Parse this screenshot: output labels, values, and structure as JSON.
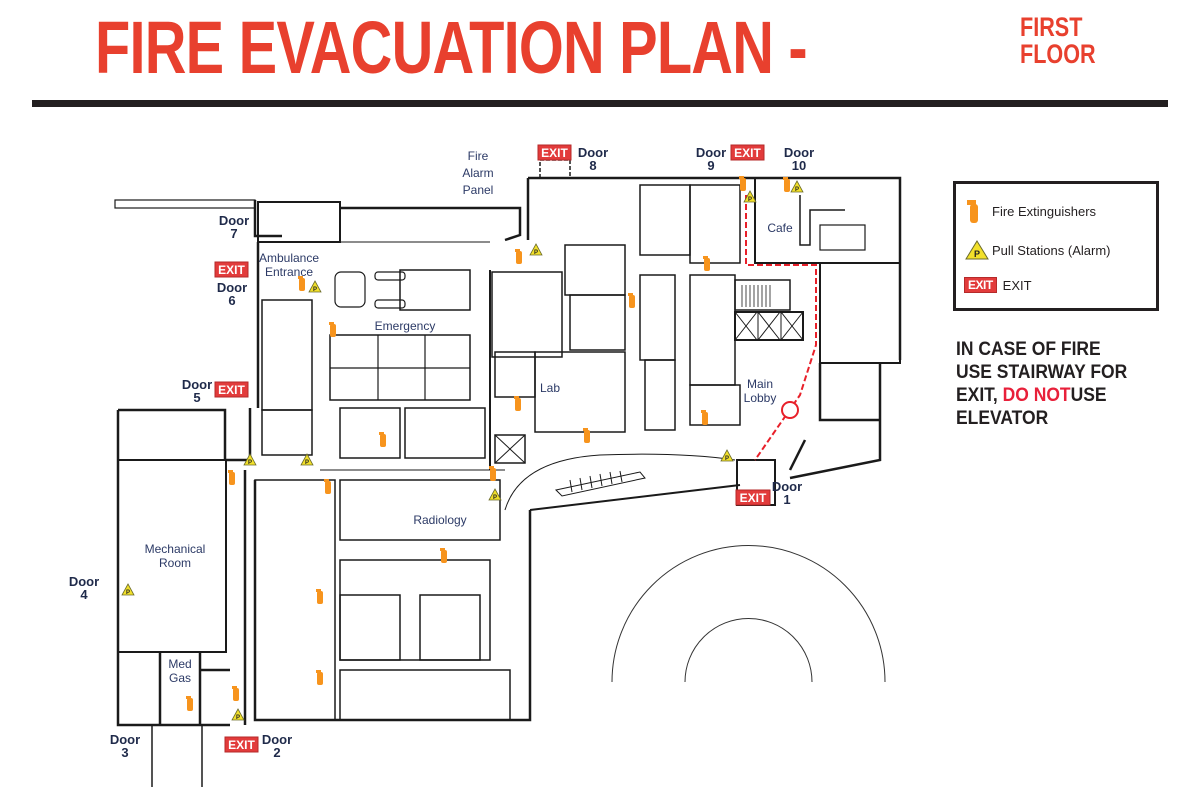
{
  "header": {
    "title": "FIRE EVACUATION PLAN -",
    "subtitle_line1": "FIRST",
    "subtitle_line2": "FLOOR",
    "title_color": "#e8402e"
  },
  "legend": {
    "items": [
      {
        "icon": "fire-extinguisher-icon",
        "label": "Fire Extinguishers",
        "color": "#f7941d"
      },
      {
        "icon": "pull-station-icon",
        "label": "Pull Stations (Alarm)",
        "color": "#f2e02a"
      },
      {
        "icon": "exit-sign-icon",
        "badge": "EXIT",
        "label": "EXIT",
        "color": "#e23b3b"
      }
    ]
  },
  "warning": {
    "line1": "IN CASE OF FIRE",
    "line2": "USE STAIRWAY FOR",
    "line3_prefix": "EXIT,",
    "line3_emphasis": "DO NOT",
    "line3_suffix": "USE",
    "line4": "ELEVATOR"
  },
  "map": {
    "rooms": {
      "fire_alarm_panel_1": "Fire",
      "fire_alarm_panel_2": "Alarm",
      "fire_alarm_panel_3": "Panel",
      "ambulance_1": "Ambulance",
      "ambulance_2": "Entrance",
      "emergency": "Emergency",
      "lab": "Lab",
      "main_lobby_1": "Main",
      "main_lobby_2": "Lobby",
      "cafe": "Cafe",
      "radiology": "Radiology",
      "mechanical_1": "Mechanical",
      "mechanical_2": "Room",
      "med_gas_1": "Med",
      "med_gas_2": "Gas"
    },
    "doors": [
      {
        "id": "1",
        "label": "Door",
        "number": "1",
        "exit": true
      },
      {
        "id": "2",
        "label": "Door",
        "number": "2",
        "exit": true
      },
      {
        "id": "3",
        "label": "Door",
        "number": "3",
        "exit": false
      },
      {
        "id": "4",
        "label": "Door",
        "number": "4",
        "exit": false
      },
      {
        "id": "5",
        "label": "Door",
        "number": "5",
        "exit": true
      },
      {
        "id": "6",
        "label": "Door",
        "number": "6",
        "exit": true
      },
      {
        "id": "7",
        "label": "Door",
        "number": "7",
        "exit": false
      },
      {
        "id": "8",
        "label": "Door",
        "number": "8",
        "exit": true
      },
      {
        "id": "9",
        "label": "Door",
        "number": "9",
        "exit": true
      },
      {
        "id": "10",
        "label": "Door",
        "number": "10",
        "exit": false
      }
    ],
    "exit_label": "EXIT",
    "route_color": "#e8202a",
    "extinguisher_color": "#f7941d",
    "pull_station_color": "#f2e02a"
  }
}
